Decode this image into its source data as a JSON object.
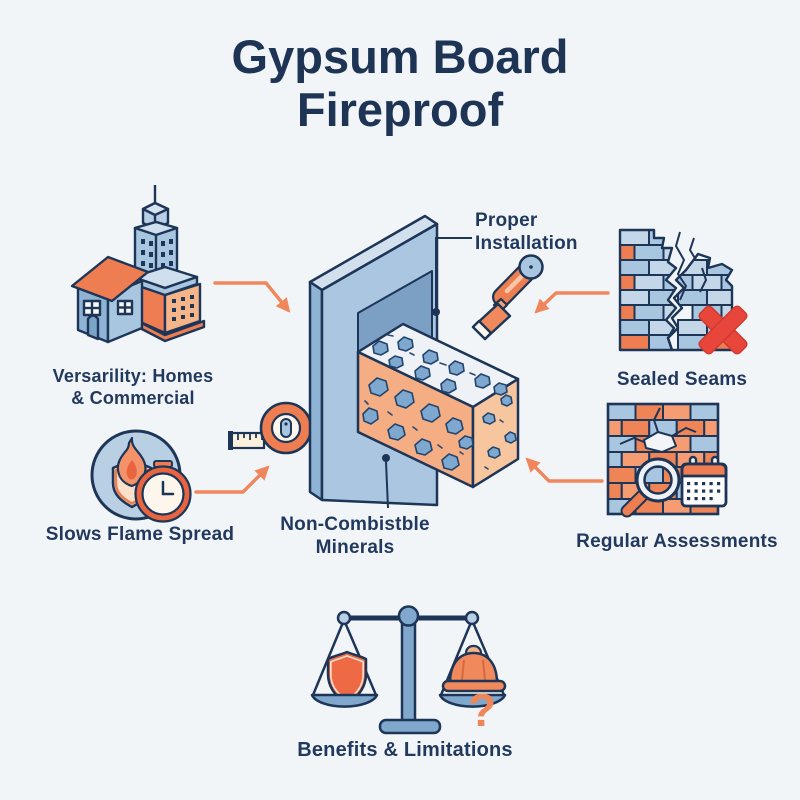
{
  "title": {
    "line1": "Gypsum Board",
    "line2": "Fireproof"
  },
  "nodes": {
    "versatility": {
      "line1": "Versarility: Homes",
      "line2": "& Commercial"
    },
    "flame_spread": {
      "label": "Slows Flame Spread"
    },
    "proper_installation": {
      "line1": "Proper",
      "line2": "Installation"
    },
    "sealed_seams": {
      "label": "Sealed Seams"
    },
    "non_combustible": {
      "line1": "Non-Combistble",
      "line2": "Minerals"
    },
    "regular_assessments": {
      "label": "Regular Assessments"
    },
    "benefits": {
      "label": "Benefits & Limitations",
      "question_mark": "?"
    }
  },
  "icons": {
    "versatility": "buildings-icon",
    "flame_spread": "flame-shield-timer-icon",
    "measurement": "tape-measure-icon",
    "center": "gypsum-board-cross-section",
    "installation": "trowel-icon",
    "sealed_seams": "cracked-wall-x-icon",
    "assessments": "wall-magnifier-calendar-icon",
    "benefits": "balance-scale-icon"
  },
  "colors": {
    "background": "#f2f5f8",
    "navy_text": "#22395e",
    "outline": "#1d3557",
    "orange_accent": "#f0875c",
    "orange_fill": "#ee7d52",
    "panel_blue": "#aac6e0",
    "light_blue": "#b9cfe4",
    "red_x": "#e8453b"
  }
}
